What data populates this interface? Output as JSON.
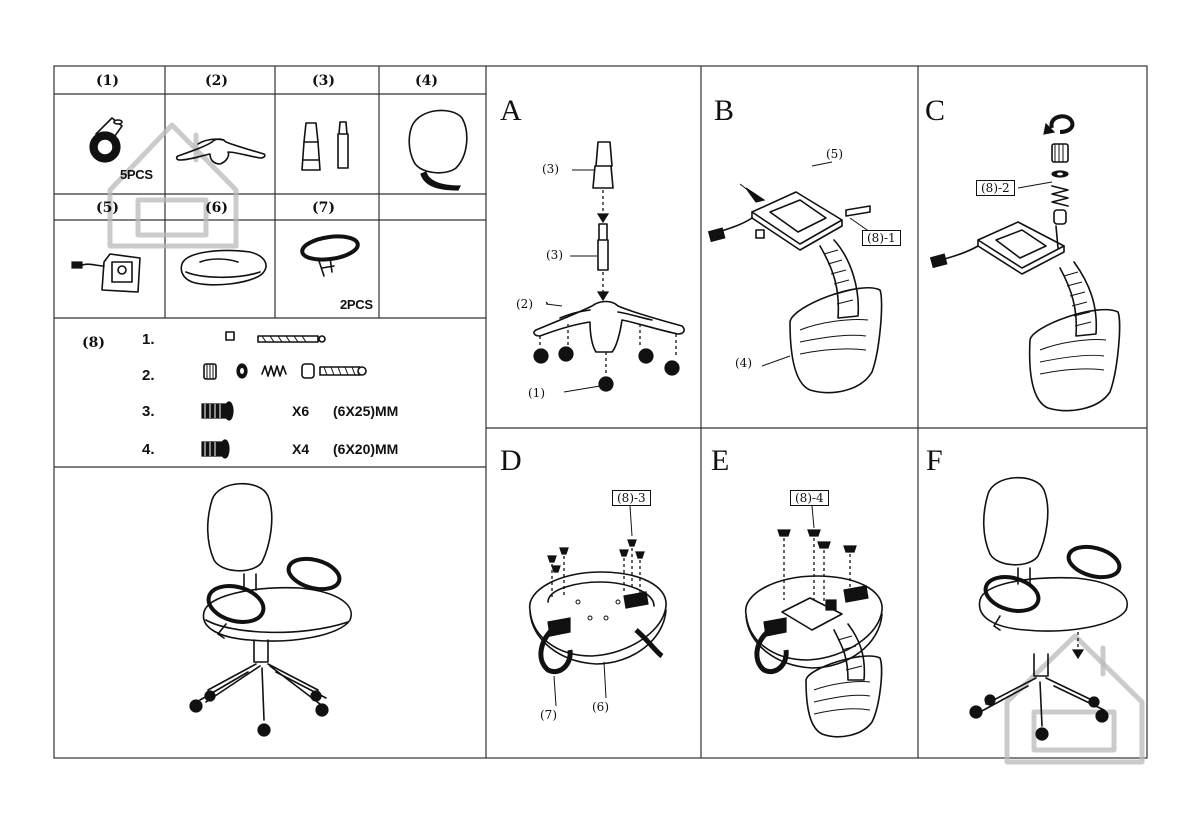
{
  "parts_table": {
    "headers": [
      "(1)",
      "(2)",
      "(3)",
      "(4)",
      "(5)",
      "(6)",
      "(7)"
    ],
    "part1_qty": "5PCS",
    "part7_qty": "2PCS"
  },
  "hardware": {
    "group_label": "(8)",
    "rows": [
      {
        "index": "1.",
        "qty": "",
        "size": ""
      },
      {
        "index": "2.",
        "qty": "",
        "size": ""
      },
      {
        "index": "3.",
        "qty": "X6",
        "size": "(6X25)MM"
      },
      {
        "index": "4.",
        "qty": "X4",
        "size": "(6X20)MM"
      }
    ]
  },
  "steps": {
    "A": {
      "letter": "A",
      "callouts": [
        "(3)",
        "(3)",
        "(2)",
        "(1)"
      ]
    },
    "B": {
      "letter": "B",
      "callouts": [
        "(5)",
        "(8)-1",
        "(4)"
      ]
    },
    "C": {
      "letter": "C",
      "callouts": [
        "(8)-2"
      ]
    },
    "D": {
      "letter": "D",
      "callouts": [
        "(8)-3",
        "(7)",
        "(6)"
      ]
    },
    "E": {
      "letter": "E",
      "callouts": [
        "(8)-4"
      ]
    },
    "F": {
      "letter": "F"
    }
  }
}
